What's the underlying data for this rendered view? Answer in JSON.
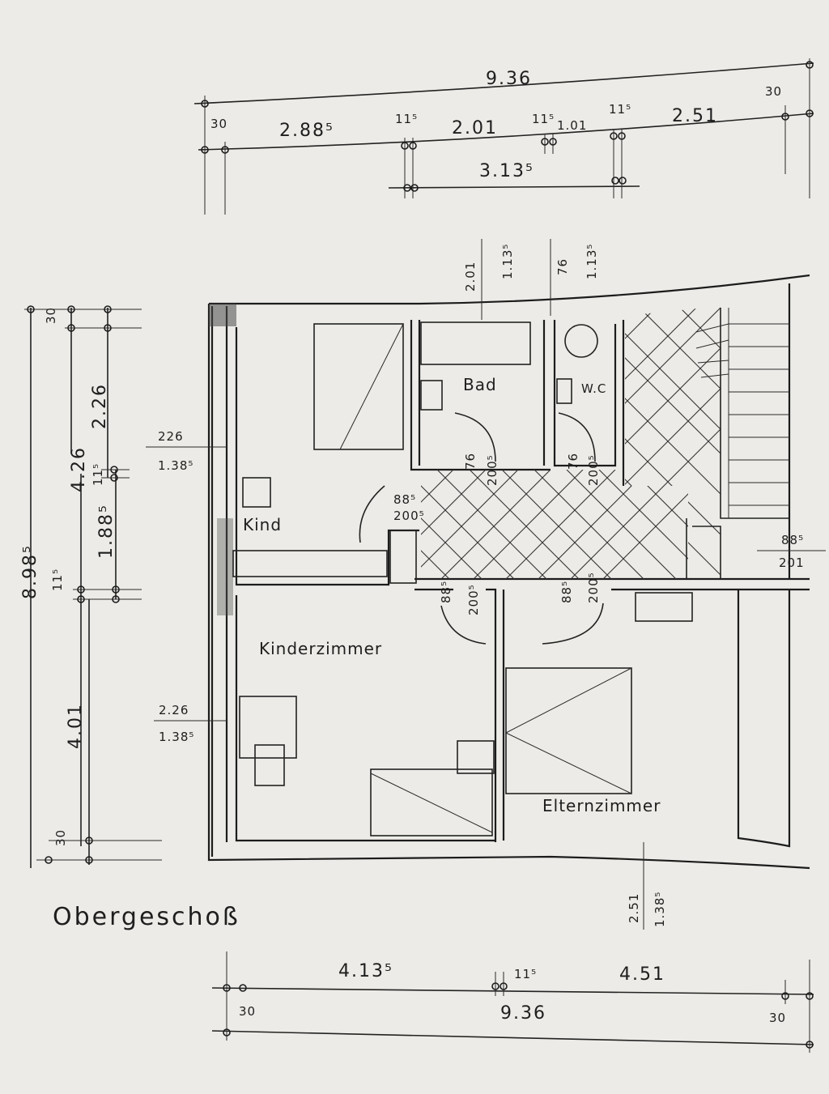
{
  "title": "Obergeschoß",
  "rooms": {
    "bad": "Bad",
    "wc": "W.C",
    "kind": "Kind",
    "kinderzimmer": "Kinderzimmer",
    "elternzimmer": "Elternzimmer"
  },
  "dims_top": {
    "total": "9.36",
    "end_right": "30",
    "end_left": "30",
    "seg1": "2.88⁵",
    "wall1": "11⁵",
    "seg2": "2.01",
    "wall2": "11⁵",
    "seg3": "1.01",
    "wall3": "11⁵",
    "seg4": "2.51",
    "sub": "3.13⁵"
  },
  "dims_left": {
    "total": "8.98⁵",
    "top": "30",
    "upper": "4.26",
    "upper_a": "2.26",
    "wall_a": "11⁵",
    "upper_b": "1.88⁵",
    "wall_b": "11⁵",
    "lower": "4.01",
    "bottom": "30"
  },
  "dims_bottom": {
    "seg1": "4.13⁵",
    "wall": "11⁵",
    "seg2": "4.51",
    "total": "9.36",
    "end_left": "30",
    "end_right": "30"
  },
  "openings": {
    "bad_window_w": "2.01",
    "bad_window_h": "1.13⁵",
    "wc_window_w": "76",
    "wc_window_h": "1.13⁵",
    "kind_window_w": "226",
    "kind_window_h": "1.38⁵",
    "kinder_window_w": "2.26",
    "kinder_window_h": "1.38⁵",
    "eltern_window_w": "2.51",
    "eltern_window_h": "1.38⁵",
    "stair_window_w": "88⁵",
    "stair_window_h": "201",
    "door_bad_w": "76",
    "door_bad_h": "200⁵",
    "door_wc_w": "76",
    "door_wc_h": "200⁵",
    "door_kind_w": "88⁵",
    "door_kind_h": "200⁵",
    "door_kinder_w": "88⁵",
    "door_kinder_h": "200⁵",
    "door_eltern_w": "88⁵",
    "door_eltern_h": "200⁵"
  }
}
